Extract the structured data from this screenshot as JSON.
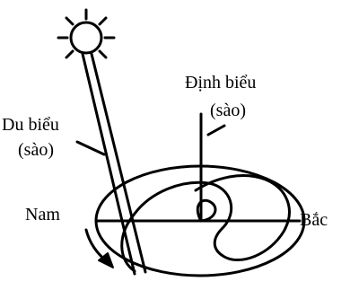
{
  "labels": {
    "dinh_bieu": "Định biểu",
    "dinh_bieu_sub": "(sào)",
    "du_bieu": "Du biểu",
    "du_bieu_sub": "(sào)",
    "nam": "Nam",
    "bac": "Bắc"
  },
  "colors": {
    "ink": "#000000",
    "background": "#ffffff"
  },
  "icons": {
    "sun": "sun-icon"
  }
}
